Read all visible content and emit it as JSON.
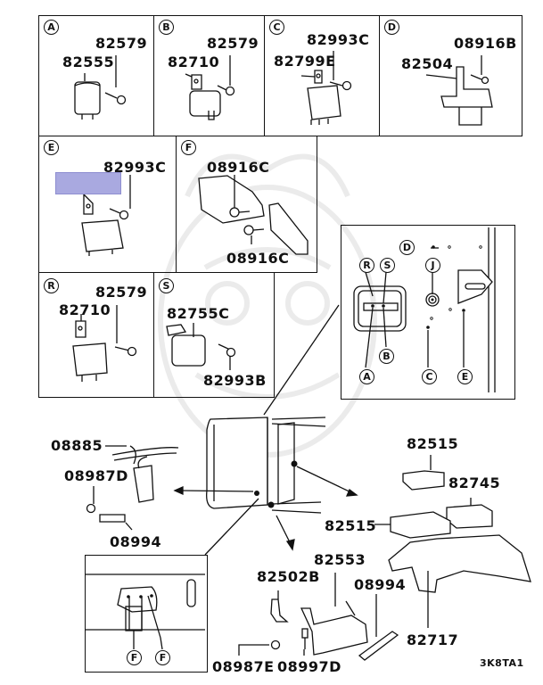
{
  "figure": {
    "type": "parts-diagram",
    "watermark": "faint decorative emblem",
    "reference_code": "3K8TA1",
    "highlight_color": "#a9a9e0"
  },
  "panels": {
    "A": {
      "label": "A",
      "parts": [
        "82579",
        "82555"
      ]
    },
    "B": {
      "label": "B",
      "parts": [
        "82579",
        "82710"
      ]
    },
    "C": {
      "label": "C",
      "parts": [
        "82993C",
        "82799E"
      ]
    },
    "D": {
      "label": "D",
      "parts": [
        "08916B",
        "82504"
      ]
    },
    "E": {
      "label": "E",
      "parts": [
        "82993C"
      ],
      "redacted_label": true
    },
    "F": {
      "label": "F",
      "parts": [
        "08916C",
        "08916C"
      ]
    },
    "R": {
      "label": "R",
      "parts": [
        "82579",
        "82710"
      ]
    },
    "S": {
      "label": "S",
      "parts": [
        "82755C",
        "82993B"
      ]
    }
  },
  "location_inset": {
    "callouts": [
      "D",
      "R",
      "S",
      "J",
      "A",
      "B",
      "C",
      "E"
    ]
  },
  "connector_inset": {
    "callouts": [
      "F",
      "F"
    ]
  },
  "main_parts": {
    "left_group": [
      "08885",
      "08987D",
      "08994"
    ],
    "right_group": [
      "82515",
      "82745",
      "82515",
      "82717"
    ],
    "bottom_group": [
      "82502B",
      "82553",
      "08994",
      "08987E",
      "08997D"
    ]
  }
}
